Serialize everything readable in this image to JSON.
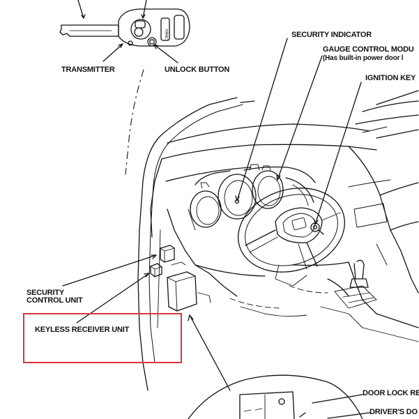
{
  "labels": {
    "transmitter": "TRANSMITTER",
    "unlock_button": "UNLOCK BUTTON",
    "security_indicator": "SECURITY INDICATOR",
    "gauge_control_module": "GAUGE CONTROL MODU",
    "gauge_control_module_note": "(Has built-in power door l",
    "ignition_key": "IGNITION KEY",
    "security_control_unit_line1": "SECURITY",
    "security_control_unit_line2": "CONTROL UNIT",
    "keyless_receiver_unit": "KEYLESS RECEIVER UNIT",
    "door_lock_relay": "DOOR LOCK RE",
    "drivers_door": "DRIVER'S DO"
  },
  "key_fob": {
    "panic_button_text": "PANIC"
  },
  "colors": {
    "highlight": "#d9363e",
    "line": "#111111",
    "background": "#ffffff"
  }
}
